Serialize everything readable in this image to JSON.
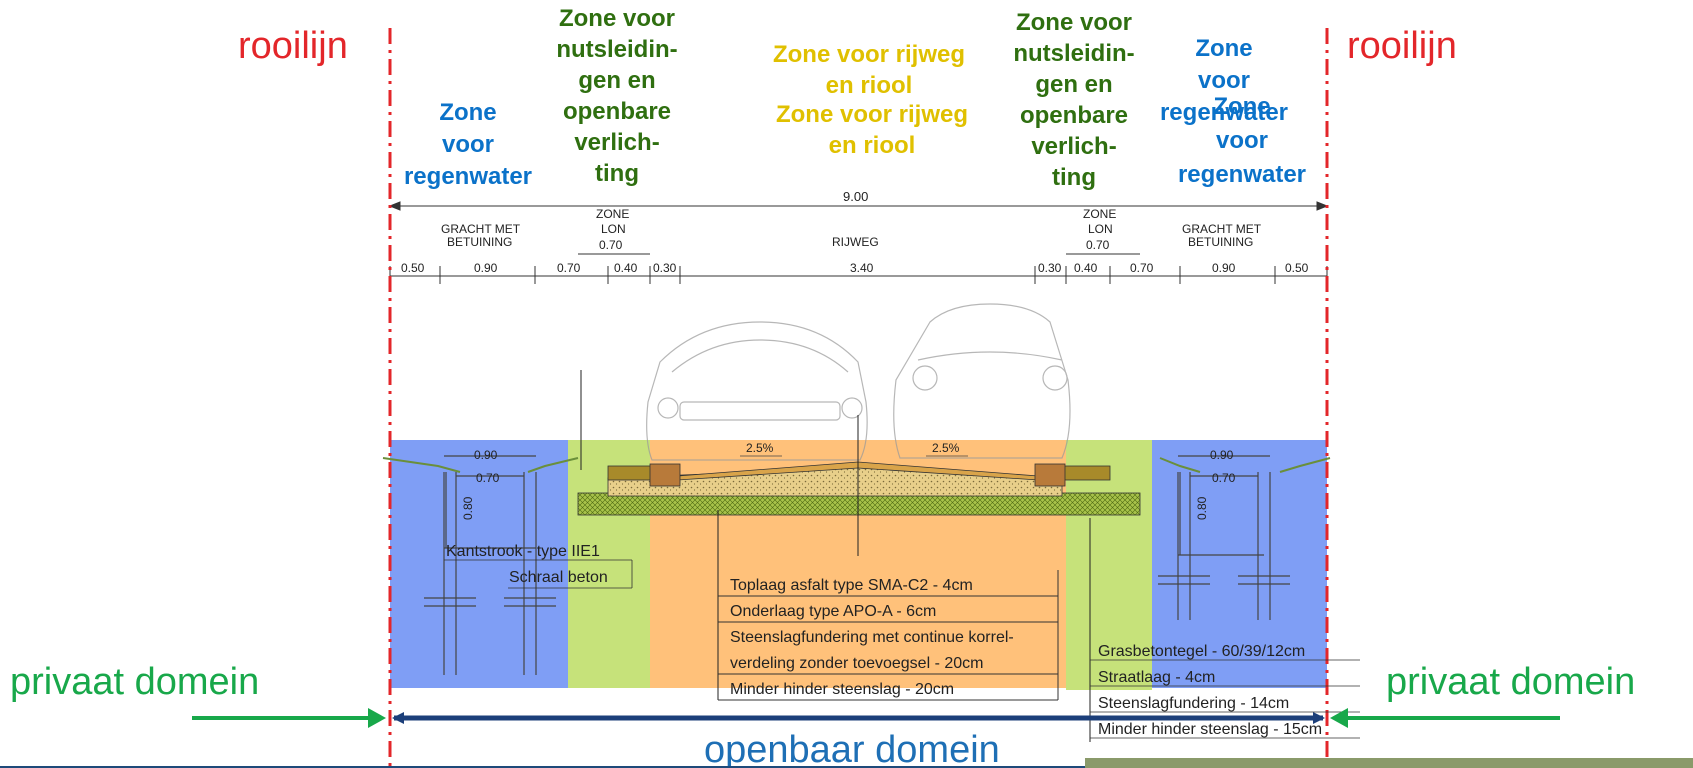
{
  "labels": {
    "rooilijn_left": "rooilijn",
    "rooilijn_right": "rooilijn",
    "privaat_left": "privaat domein",
    "privaat_right": "privaat domein",
    "openbaar": "openbaar domein"
  },
  "zones": {
    "regenwater_left": [
      "Zone",
      "voor",
      "regenwater"
    ],
    "nuts_left": [
      "Zone voor",
      "nutsleidin-",
      "gen en",
      "openbare",
      "verlich-",
      "ting"
    ],
    "rijweg_1": [
      "Zone voor rijweg",
      "en riool"
    ],
    "rijweg_2": [
      "Zone voor rijweg",
      "en riool"
    ],
    "nuts_right": [
      "Zone voor",
      "nutsleidin-",
      "gen en",
      "openbare",
      "verlich-",
      "ting"
    ],
    "regenwater_right_1": [
      "Zone",
      "voor",
      "regenwater"
    ],
    "regenwater_right_2": [
      "Zone",
      "voor",
      "regenwater"
    ]
  },
  "dimensions": {
    "total": "9.00",
    "gracht_left": [
      "GRACHT MET",
      "BETUINING"
    ],
    "zone_lon_left": [
      "ZONE",
      "LON",
      "0.70"
    ],
    "rijweg": "RIJWEG",
    "zone_lon_right": [
      "ZONE",
      "LON",
      "0.70"
    ],
    "gracht_right": [
      "GRACHT MET",
      "BETUINING"
    ],
    "segments": [
      "0.50",
      "0.90",
      "0.70",
      "0.40",
      "0.30",
      "3.40",
      "0.30",
      "0.40",
      "0.70",
      "0.90",
      "0.50"
    ]
  },
  "section": {
    "slope_left": "2.5%",
    "slope_right": "2.5%",
    "ditch_width": "0.90",
    "ditch_bottom": "0.70",
    "ditch_depth": "0.80"
  },
  "layers_road": [
    "Toplaag asfalt type SMA-C2 - 4cm",
    "Onderlaag type APO-A - 6cm",
    "Steenslagfundering met continue korrel-",
    "verdeling zonder toevoegsel - 20cm",
    "Minder hinder steenslag - 20cm"
  ],
  "layers_left": [
    "Kantstrook - type IIE1",
    "Schraal beton"
  ],
  "layers_right": [
    "Grasbetontegel - 60/39/12cm",
    "Straatlaag - 4cm",
    "Steenslagfundering - 14cm",
    "Minder hinder steenslag - 15cm"
  ],
  "colors": {
    "rooilijn": "#e3262a",
    "privaat": "#18a84a",
    "openbaar": "#1e6fb5",
    "arrow_blue": "#1c3f7a",
    "zone_blue": "#0b72c9",
    "zone_green": "#2f6f10",
    "zone_yellow": "#e0c000",
    "fill_blue": "#7f9ef5",
    "fill_green": "#c6e27a",
    "fill_orange": "#ffc17a"
  }
}
